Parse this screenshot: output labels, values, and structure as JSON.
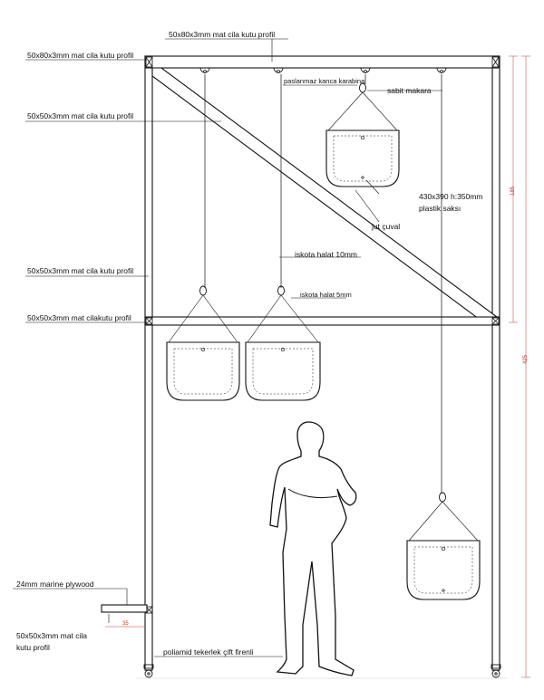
{
  "labels": {
    "top_profile_center": "50x80x3mm mat cila kutu profil",
    "top_profile_left": "50x80x3mm mat cila kutu profil",
    "diagonal_profile": "50x50x3mm mat cila kutu profil",
    "hook": "paslanmaz kanca karabina",
    "pulley": "sabit makara",
    "pot_size": "430x390 h:350mm",
    "pot_type": "plastik saksı",
    "jute": "jut çuval",
    "rope_10": "iskota halat 10mm",
    "left_post_profile": "50x50x3mm mat cila kutu profil",
    "rope_5": "iskota halat 5mm",
    "mid_beam_profile": "50x50x3mm mat cilakutu profil",
    "plywood": "24mm marine plywood",
    "bottom_profile_line1": "50x50x3mm mat cila",
    "bottom_profile_line2": "kutu profil",
    "wheels": "poliamid tekerlek çift firenli"
  },
  "dimensions": {
    "upper_height": "185",
    "total_height": "425",
    "shelf_depth": "35"
  }
}
